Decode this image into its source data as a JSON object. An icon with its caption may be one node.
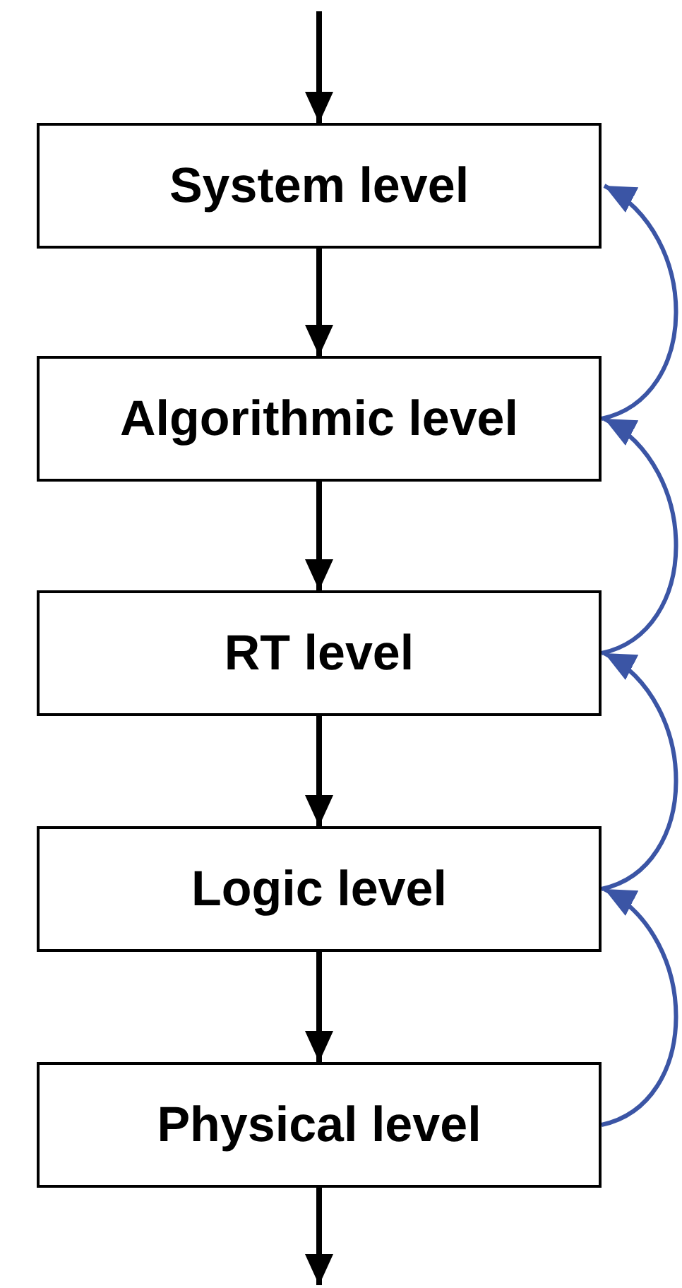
{
  "diagram": {
    "nodes": [
      {
        "text": [
          "System level"
        ]
      },
      {
        "text": [
          "Algorithmic level"
        ]
      },
      {
        "text": [
          "RT level"
        ]
      },
      {
        "text": [
          "Logic level"
        ]
      },
      {
        "text": [
          "Physical level"
        ]
      }
    ],
    "edges": [
      {
        "from": null,
        "to": 0,
        "arrow": "to"
      },
      {
        "from": 0,
        "to": 1,
        "arrow": "to"
      },
      {
        "from": 1,
        "to": 2,
        "arrow": "to"
      },
      {
        "from": 2,
        "to": 3,
        "arrow": "to"
      },
      {
        "from": 3,
        "to": 4,
        "arrow": "to"
      },
      {
        "from": 4,
        "to": null,
        "arrow": "to"
      },
      {
        "from": 1,
        "to": 0,
        "arrow": "to",
        "color": "#3b55a5"
      },
      {
        "from": 2,
        "to": 1,
        "arrow": "to",
        "color": "#3b55a5"
      },
      {
        "from": 3,
        "to": 2,
        "arrow": "to",
        "color": "#3b55a5"
      },
      {
        "from": 4,
        "to": 3,
        "arrow": "to",
        "color": "#3b55a5"
      }
    ]
  }
}
